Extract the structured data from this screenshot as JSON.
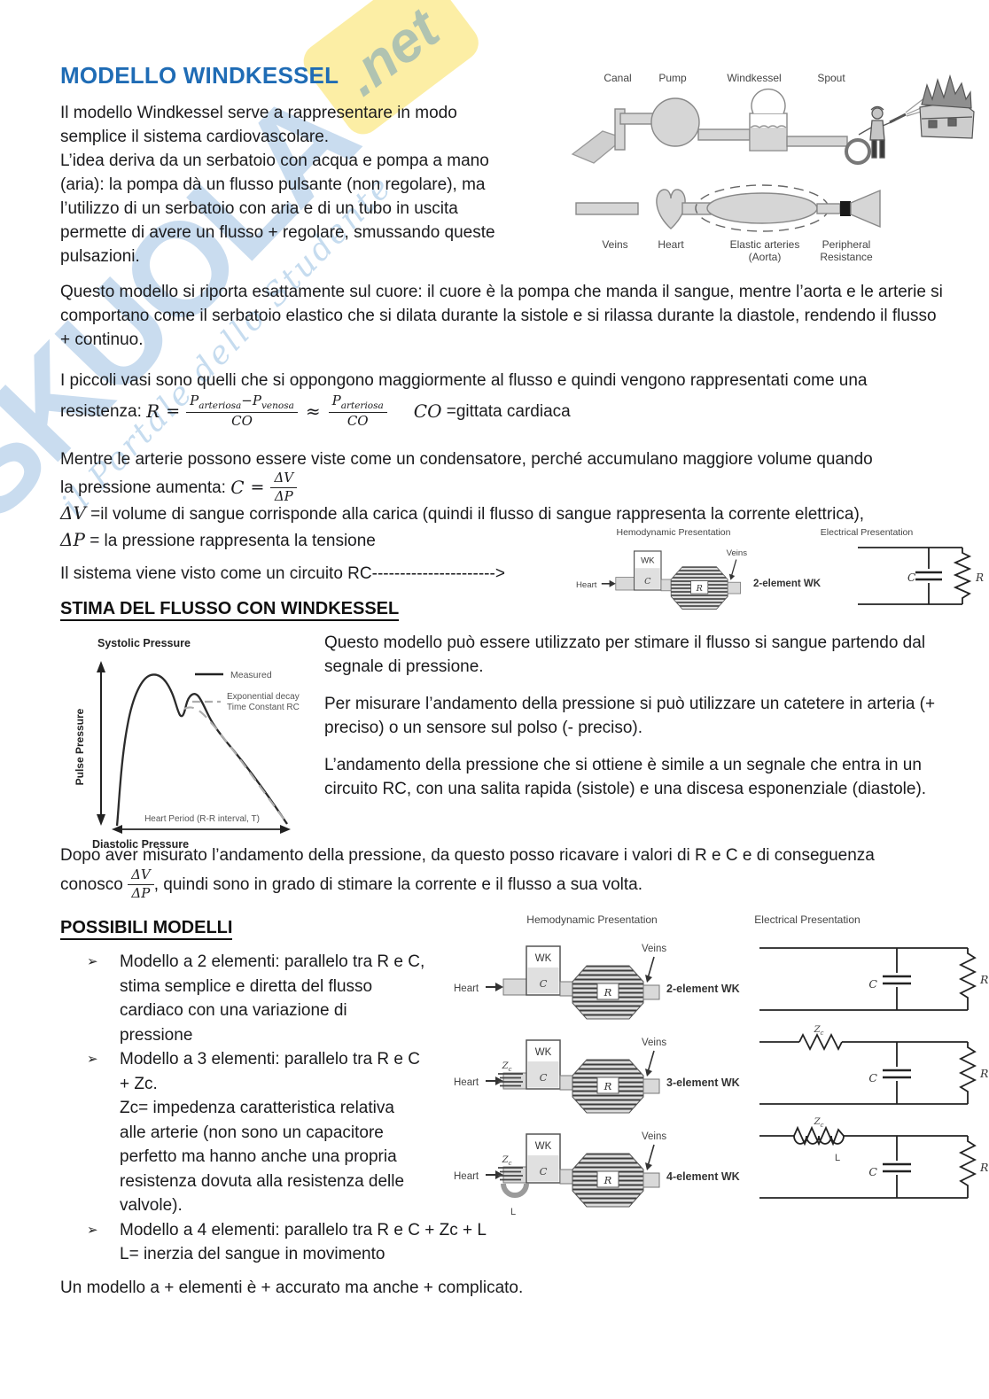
{
  "title": "MODELLO WINDKESSEL",
  "intro": {
    "p1": "Il modello Windkessel serve a rappresentare in modo semplice il sistema cardiovascolare.",
    "p2": "L’idea deriva da un serbatoio con acqua e pompa a mano (aria): la pompa dà un flusso pulsante (non regolare), ma l’utilizzo di un serbatoio con aria e di un tubo in uscita permette di avere un flusso + regolare, smussando queste pulsazioni."
  },
  "figure_pump": {
    "canal": "Canal",
    "pump": "Pump",
    "windkessel": "Windkessel",
    "spout": "Spout",
    "veins": "Veins",
    "heart": "Heart",
    "elastic1": "Elastic arteries",
    "elastic2": "(Aorta)",
    "periph1": "Peripheral",
    "periph2": "Resistance"
  },
  "p_heart": "Questo modello si riporta esattamente sul cuore: il cuore è la pompa che manda il sangue, mentre l’aorta e le arterie si comportano come il serbatoio elastico che si dilata durante la sistole e si rilassa durante la diastole, rendendo il flusso + continuo.",
  "p_vessels": "I piccoli vasi sono quelli che si oppongono maggiormente al flusso e quindi vengono rappresentati come una",
  "formula_r": {
    "prefix": "resistenza:",
    "R": "R",
    "eq": "=",
    "P": "P",
    "sub_art": "arteriosa",
    "minus": "−",
    "sub_ven": "venosa",
    "den": "CO",
    "approx": "≈",
    "co": "CO",
    "co_def": "=gittata cardiaca"
  },
  "p_cap_1": "Mentre le arterie possono essere viste come un condensatore, perché accumulano maggiore volume quando",
  "formula_c": {
    "prefix": "la pressione aumenta:",
    "C": "C",
    "eq": "=",
    "num": "ΔV",
    "den": "ΔP"
  },
  "line_dv": {
    "sym": "ΔV",
    "text": "=il volume di sangue corrisponde alla carica (quindi il flusso di sangue rappresenta la corrente elettrica),"
  },
  "line_dp": {
    "sym": "ΔP",
    "text": "= la pressione rappresenta la tensione"
  },
  "line_rc": "Il sistema viene visto come un circuito RC---------------------->",
  "figure_rc": {
    "hemo_title": "Hemodynamic Presentation",
    "elec_title": "Electrical Presentation",
    "heart": "Heart",
    "veins": "Veins",
    "wk": "WK",
    "c": "C",
    "r": "R",
    "label": "2-element WK"
  },
  "section_stima": "STIMA DEL FLUSSO CON WINDKESSEL",
  "chart": {
    "title": "Systolic Pressure",
    "legend_measured": "Measured",
    "legend_decay1": "Exponential decay",
    "legend_decay2": "Time Constant RC",
    "ylabel": "Pulse Pressure",
    "xlabel": "Heart Period (R-R interval, T)",
    "bottom": "Diastolic Pressure"
  },
  "chart_data": {
    "type": "line",
    "title": "Systolic Pressure",
    "xlabel": "Heart Period (R-R interval, T)",
    "ylabel": "Pulse Pressure",
    "axes_numeric": false,
    "series": [
      {
        "name": "Measured",
        "style": "solid black",
        "shape": "rapid systolic rise to peak, dicrotic notch, secondary bump, long exponential diastolic decay"
      },
      {
        "name": "Exponential decay Time Constant RC",
        "style": "dashed gray",
        "shape": "exponential decay overlapping diastolic portion"
      }
    ]
  },
  "stima": {
    "p1": "Questo modello può essere utilizzato per stimare il flusso si sangue partendo dal segnale di pressione.",
    "p2": "Per misurare l’andamento della pressione si può utilizzare un catetere in arteria (+ preciso) o un sensore sul polso (- preciso).",
    "p3": "L’andamento della pressione che si ottiene è simile a un segnale che entra in un circuito RC, con una salita rapida (sistole) e una discesa esponenziale (diastole)."
  },
  "p_dopo": {
    "line1": "Dopo aver misurato l’andamento della pressione, da questo posso ricavare i valori di R e C e di conseguenza",
    "pre": "conosco",
    "num": "ΔV",
    "den": "ΔP",
    "post": ", quindi sono in grado di stimare la corrente e il flusso a sua volta."
  },
  "section_modelli": "POSSIBILI MODELLI",
  "bullets": [
    {
      "marker": "➢",
      "lines": [
        "Modello a 2 elementi: parallelo tra R e C,",
        "stima semplice e diretta del flusso",
        "cardiaco con una variazione di",
        "pressione"
      ]
    },
    {
      "marker": "➢",
      "lines": [
        "Modello a 3 elementi: parallelo tra R e C",
        "+ Zc.",
        "Zc= impedenza caratteristica relativa",
        "alle arterie (non sono un capacitore",
        "perfetto ma hanno anche una propria",
        "resistenza dovuta alla resistenza delle",
        "valvole)."
      ]
    },
    {
      "marker": "➢",
      "lines": [
        "Modello a 4 elementi: parallelo tra R e C + Zc + L",
        "L= inerzia del sangue in movimento"
      ]
    }
  ],
  "figure_models": {
    "hemo_title": "Hemodynamic Presentation",
    "elec_title": "Electrical Presentation",
    "heart": "Heart",
    "veins": "Veins",
    "wk": "WK",
    "c": "C",
    "r": "R",
    "z": "Z",
    "z_sub": "c",
    "l": "L",
    "rows": [
      {
        "label": "2-element WK"
      },
      {
        "label": "3-element WK"
      },
      {
        "label": "4-element WK"
      }
    ]
  },
  "closing": "Un modello a + elementi è + accurato ma anche + complicato.",
  "watermark": {
    "word": "SKUOLA",
    "tag": ".net",
    "tagline": "il Portale dello Studente"
  },
  "colors": {
    "title_blue": "#1f6cb5",
    "text": "#1b1b1d",
    "watermark_blue": "#3e82c4",
    "watermark_yellow": "#f9e46e"
  }
}
